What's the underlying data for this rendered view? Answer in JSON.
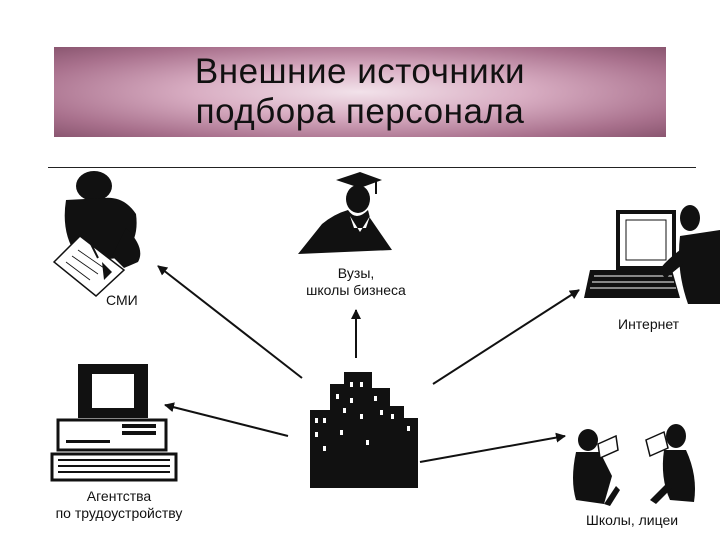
{
  "title": {
    "line1": "Внешние источники",
    "line2": "подбора персонала"
  },
  "nodes": {
    "media": {
      "label": "СМИ",
      "icon": "person-writing-icon"
    },
    "universities": {
      "line1": "Вузы,",
      "line2": "школы бизнеса",
      "icon": "graduate-icon"
    },
    "internet": {
      "label": "Интернет",
      "icon": "computer-user-icon"
    },
    "agencies": {
      "line1": "Агентства",
      "line2": "по трудоустройству",
      "icon": "computer-icon"
    },
    "schools": {
      "label": "Школы, лицеи",
      "icon": "children-reading-icon"
    },
    "center": {
      "icon": "city-buildings-icon"
    }
  }
}
